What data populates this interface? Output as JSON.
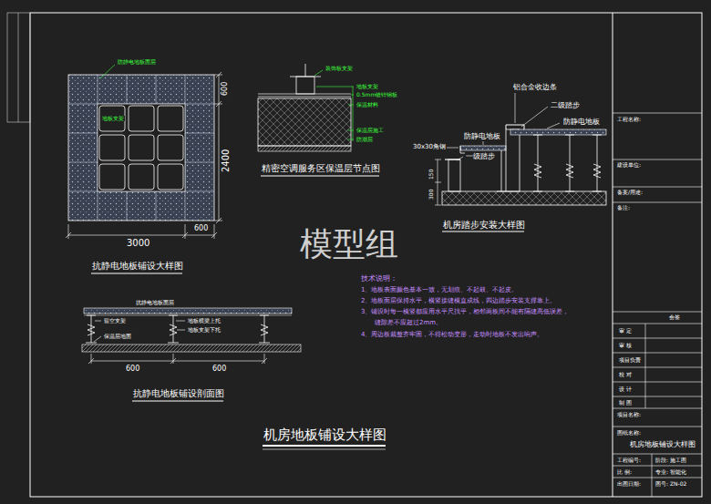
{
  "diagram": {
    "title": "机房地板铺设大样图",
    "labels": [
      "模型组",
      "3000",
      "600",
      "600",
      "2400",
      "抗静电地板铺设大样图",
      "防静电地板面层",
      "地板支架",
      "精密空调服务区保温层节点图",
      "装饰板支架",
      "地板支架",
      "0.5mm镀锌钢板",
      "保温材料",
      "保温层施工",
      "防潮层",
      "铝合金收边条",
      "二级踏步",
      "防静电地板",
      "防静电地板",
      "30x30角钢",
      "一级踏步",
      "150",
      "300",
      "机房踏步安装大样图",
      "技术说明：",
      "1、地板表面颜色基本一致，无划痕、不起鼓、不起皮。",
      "2、地板面层保持水平，横竖接缝横直成线，四边踏步安装支撑靠上。",
      "3、铺设时每一横竖都应用水平尺找平，相邻两板间不能有隔缝高低误差，",
      "缝隙差不应超过2mm。",
      "4、周边板裁整齐牢固，不得松动变形，走动时地板不发出响声。",
      "抗静电地板面层",
      "留空支架",
      "地板横梁上托",
      "地板支架下托",
      "保温层地面",
      "600",
      "600",
      "抗静电地板铺设剖面图",
      "工程名称:",
      "建设单位:",
      "备案/用途:",
      "备注:",
      "会签",
      "审 定",
      "审 核",
      "项目负责",
      "校 对",
      "设 计",
      "制 图",
      "项目名称:",
      "图纸名称:",
      "机房地板铺设大样图",
      "工程编号:",
      "阶段: 施工图",
      "比 例:",
      "专业: 智能化",
      "出图日期:",
      "图号: ZN-02"
    ]
  }
}
